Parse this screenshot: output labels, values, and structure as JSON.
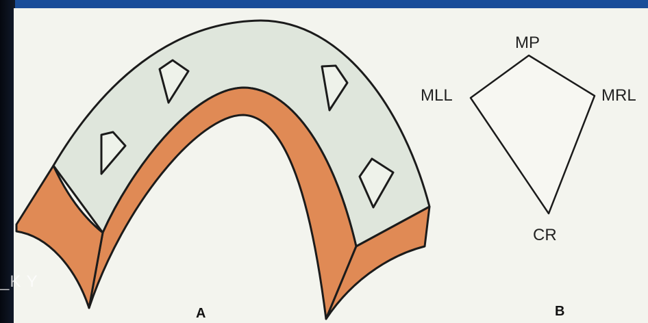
{
  "figure": {
    "panel_a": {
      "label": "A"
    },
    "panel_b": {
      "label": "B",
      "vertices": {
        "top": "MP",
        "left": "MLL",
        "right": "MRL",
        "bottom": "CR"
      }
    }
  },
  "overlay_text": "_K   Y",
  "colors": {
    "frame_blue": "#1a4e9a",
    "paper": "#f3f4ee",
    "arch_surface": "#dfe6dc",
    "arch_side": "#e08a55",
    "outline": "#1b1b1b"
  }
}
